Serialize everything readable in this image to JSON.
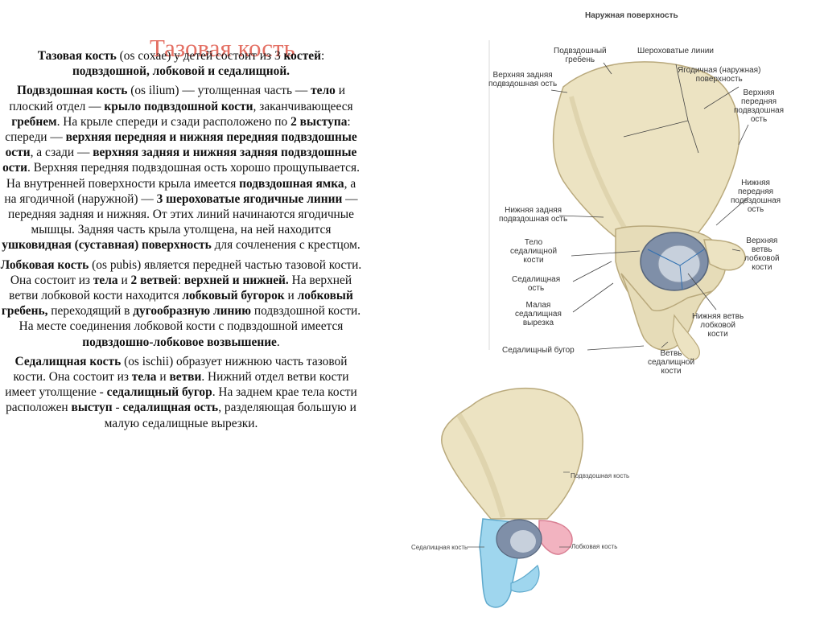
{
  "slide": {
    "title": "Тазовая кость"
  },
  "text": {
    "p1": {
      "a": "Тазовая кость",
      "b": " (os coxae) у детей состоит из 3 ",
      "c": "костей",
      "d": ": ",
      "e": "подвздошной, лобковой и седалищной."
    },
    "p2": {
      "a": "Подвздошная кость",
      "b": " (os ilium) — утолщенная часть — ",
      "c": "тело",
      "d": " и плоский отдел — ",
      "e": "крыло подвздошной кости",
      "f": ", заканчивающееся ",
      "g": "гребнем",
      "h": ". На крыле спереди и сзади расположено по ",
      "i": "2 выступа",
      "j": ": спереди — ",
      "k": "верхняя передняя и нижняя передняя подвздошные ости",
      "l": ", а сзади — ",
      "m": "верхняя задняя и нижняя задняя подвздошные ости",
      "n": ". Верхняя передняя подвздошная ость хорошо прощупывается. На внутренней поверхности крыла имеется ",
      "o": "подвздошная ямка",
      "p": ", а на ягодичной (наружной) — ",
      "q": "3 шероховатые ягодичные линии",
      "r": " — передняя задняя и нижняя. От этих линий начинаются ягодичные мышцы. Задняя часть крыла утолщена, на ней находится ",
      "s": "ушковидная (суставная) поверхность",
      "t": " для сочленения с крестцом."
    },
    "p3": {
      "a": "Лобковая кость",
      "b": " (os pubis) является передней частью тазовой кости. Она состоит из ",
      "c": "тела",
      "d": " и ",
      "e": "2 ветвей",
      "f": ": ",
      "g": "верхней и нижней.",
      "h": " На верхней ветви лобковой кости находится ",
      "i": "лобковый бугорок",
      "j": " и ",
      "k": "лобковый гребень,",
      "l": " переходящий в ",
      "m": "дугообразную линию",
      "n": " подвздошной кости. На месте соединения лобковой кости с подвздошной имеется ",
      "o": "подвздошно-лобковое возвышение",
      "p": "."
    },
    "p4": {
      "a": "Седалищная кость",
      "b": " (os ischii) образует нижнюю часть тазовой кости. Она состоит из ",
      "c": "тела",
      "d": " и ",
      "e": "ветви",
      "f": ". Нижний отдел ветви кости имеет утолщение - ",
      "g": "седалищный бугор",
      "h": ". На заднем крае тела кости расположен ",
      "i": "выступ",
      "j": " - ",
      "k": "седалищная ость",
      "l": ", разделяющая большую и малую седалищные вырезки."
    }
  },
  "figure_top": {
    "title": "Наружная поверхность",
    "labels": {
      "iliac_crest": "Подвздошный\nгребень",
      "rough_lines": "Шероховатые линии",
      "gluteal_surface": "Ягодичная (наружная)\nповерхность",
      "sup_post_spine": "Верхняя задняя\nподвздошная ость",
      "sup_ant_spine": "Верхняя\nпередняя\nподвздошная\nость",
      "inf_ant_spine": "Нижняя\nпередняя\nподвздошная\nость",
      "inf_post_spine": "Нижняя задняя\nподвздошная ость",
      "ischium_body": "Тело\nседалищной\nкости",
      "sup_pubic_ramus": "Верхняя\nветвь\nлобковой\nкости",
      "ischial_spine": "Седалищная\nость",
      "lesser_notch": "Малая\nседалищная\nвырезка",
      "inf_pubic_ramus": "Нижняя ветвь\nлобковой\nкости",
      "ischial_tuber": "Седалищный бугор",
      "ischium_ramus": "Ветвь\nседалищной\nкости"
    }
  },
  "figure_bottom": {
    "labels": {
      "ilium": "Подвздошная кость",
      "ischium": "Седалищная кость",
      "pubis": "Лобковая кость"
    }
  },
  "colors": {
    "title": "#e0584a",
    "bone": "#ece3c2",
    "bone_shadow": "#c9bb90",
    "ischium_blue": "#9fd6ee",
    "pubis_pink": "#f2b3c0",
    "acetabulum": "#7f8fa8"
  }
}
